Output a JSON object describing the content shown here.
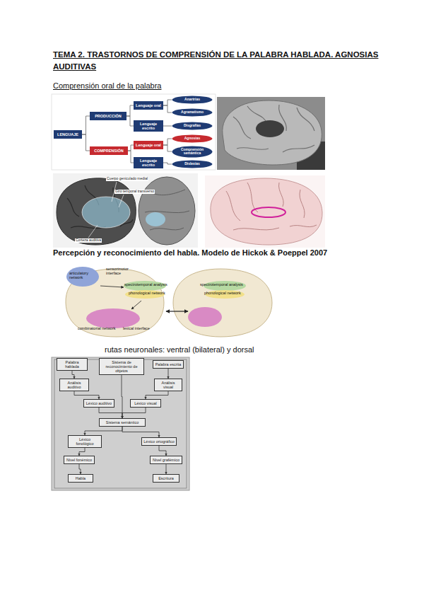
{
  "diagram": {
    "title": "TEMA 2. TRASTORNOS DE COMPRENSIÓN DE LA PALABRA HABLADA. AGNOSIAS AUDITIVAS",
    "nodes": [
      {
        "text": [
          "LENGUAJE"
        ]
      },
      {
        "text": [
          "PRODUCCIÓN"
        ]
      },
      {
        "text": [
          "COMPRENSIÓN"
        ]
      },
      {
        "text": [
          "Lenguaje oral"
        ]
      },
      {
        "text": [
          "Lenguaje escrito"
        ]
      },
      {
        "text": [
          "Lenguaje oral"
        ]
      },
      {
        "text": [
          "Lenguaje escrito"
        ]
      },
      {
        "text": [
          "Anartrias"
        ]
      },
      {
        "text": [
          "Agramatismo"
        ]
      },
      {
        "text": [
          "Disgrafías"
        ]
      },
      {
        "text": [
          "Agnosias"
        ]
      },
      {
        "text": [
          "Comprensión semántica"
        ]
      },
      {
        "text": [
          "Dislexias"
        ]
      },
      {
        "text": [
          "Palabra hablada"
        ]
      },
      {
        "text": [
          "Sistema de reconocimiento de objetos"
        ]
      },
      {
        "text": [
          "Palabra escrita"
        ]
      },
      {
        "text": [
          "Análisis auditivo"
        ]
      },
      {
        "text": [
          "Análisis visual"
        ]
      },
      {
        "text": [
          "Léxico auditivo"
        ]
      },
      {
        "text": [
          "Léxico visual"
        ]
      },
      {
        "text": [
          "Sistema semántico"
        ]
      },
      {
        "text": [
          "Léxico fonológico"
        ]
      },
      {
        "text": [
          "Léxico ortográfico"
        ]
      },
      {
        "text": [
          "Nivel fonémico"
        ]
      },
      {
        "text": [
          "Nivel grafémico"
        ]
      },
      {
        "text": [
          "Habla"
        ]
      },
      {
        "text": [
          "Escritura"
        ]
      }
    ],
    "edges": [
      {
        "from": 0,
        "to": 1,
        "arrow": "none"
      },
      {
        "from": 0,
        "to": 2,
        "arrow": "none"
      },
      {
        "from": 1,
        "to": 3,
        "arrow": "none"
      },
      {
        "from": 1,
        "to": 4,
        "arrow": "none"
      },
      {
        "from": 2,
        "to": 5,
        "arrow": "none"
      },
      {
        "from": 2,
        "to": 6,
        "arrow": "none"
      },
      {
        "from": 3,
        "to": 7,
        "arrow": "none"
      },
      {
        "from": 3,
        "to": 8,
        "arrow": "none"
      },
      {
        "from": 4,
        "to": 9,
        "arrow": "none"
      },
      {
        "from": 5,
        "to": 10,
        "arrow": "none"
      },
      {
        "from": 5,
        "to": 11,
        "arrow": "none"
      },
      {
        "from": 6,
        "to": 12,
        "arrow": "none"
      },
      {
        "from": 13,
        "to": 16,
        "arrow": "to"
      },
      {
        "from": 15,
        "to": 17,
        "arrow": "to"
      },
      {
        "from": 16,
        "to": 18,
        "arrow": "to"
      },
      {
        "from": 17,
        "to": 19,
        "arrow": "to"
      },
      {
        "from": 14,
        "to": 20,
        "arrow": "to"
      },
      {
        "from": 18,
        "to": 20,
        "arrow": "to"
      },
      {
        "from": 19,
        "to": 20,
        "arrow": "to"
      },
      {
        "from": 20,
        "to": 21,
        "arrow": "to"
      },
      {
        "from": 20,
        "to": 22,
        "arrow": "to"
      },
      {
        "from": 21,
        "to": 23,
        "arrow": "to"
      },
      {
        "from": 22,
        "to": 24,
        "arrow": "to"
      },
      {
        "from": 23,
        "to": 25,
        "arrow": "to"
      },
      {
        "from": 24,
        "to": 26,
        "arrow": "to"
      }
    ],
    "labels": [
      "Comprensión oral de la palabra",
      "Cuerpo geniculado medial",
      "Giro temporal transverso",
      "Corteza auditiva",
      "Percepción y reconocimiento del habla. Modelo de Hickok & Poeppel 2007",
      "articulatory network",
      "sensorimotor interface",
      "spectrotemporal analysis",
      "phonological network",
      "combinatorial network",
      "lexical interface",
      "spectrotemporal analysis",
      "phonological network",
      "rutas neuronales: ventral (bilateral) y dorsal"
    ]
  }
}
